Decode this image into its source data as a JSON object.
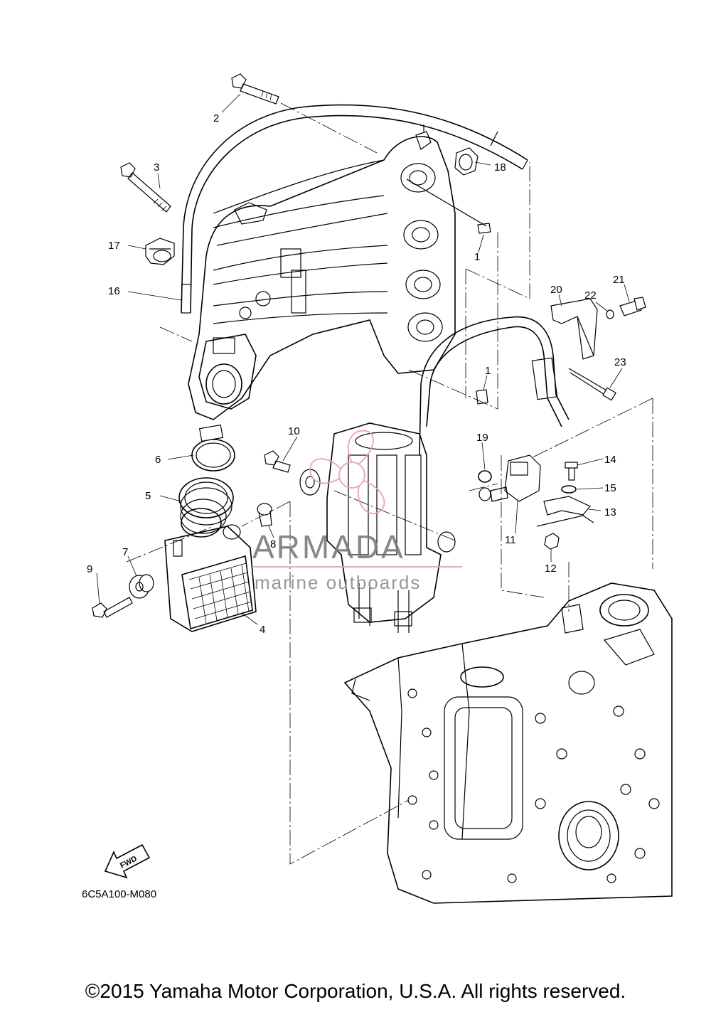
{
  "diagram": {
    "part_labels": [
      {
        "id": "1a",
        "text": "1"
      },
      {
        "id": "1b",
        "text": "1"
      },
      {
        "id": "2",
        "text": "2"
      },
      {
        "id": "3",
        "text": "3"
      },
      {
        "id": "4",
        "text": "4"
      },
      {
        "id": "5",
        "text": "5"
      },
      {
        "id": "6",
        "text": "6"
      },
      {
        "id": "7",
        "text": "7"
      },
      {
        "id": "8",
        "text": "8"
      },
      {
        "id": "9",
        "text": "9"
      },
      {
        "id": "10",
        "text": "10"
      },
      {
        "id": "11",
        "text": "11"
      },
      {
        "id": "12",
        "text": "12"
      },
      {
        "id": "13",
        "text": "13"
      },
      {
        "id": "14",
        "text": "14"
      },
      {
        "id": "15",
        "text": "15"
      },
      {
        "id": "16",
        "text": "16"
      },
      {
        "id": "17",
        "text": "17"
      },
      {
        "id": "18",
        "text": "18"
      },
      {
        "id": "19",
        "text": "19"
      },
      {
        "id": "20",
        "text": "20"
      },
      {
        "id": "21",
        "text": "21"
      },
      {
        "id": "22",
        "text": "22"
      },
      {
        "id": "23",
        "text": "23"
      }
    ],
    "fwd_arrow_text": "FWD",
    "diagram_code": "6C5A100-M080"
  },
  "watermark": {
    "title": "ARMADA",
    "subtitle": "marine outboards",
    "accent_color": "#e3a1c0"
  },
  "footer": {
    "copyright": "©2015 Yamaha Motor Corporation, U.S.A. All rights reserved."
  }
}
